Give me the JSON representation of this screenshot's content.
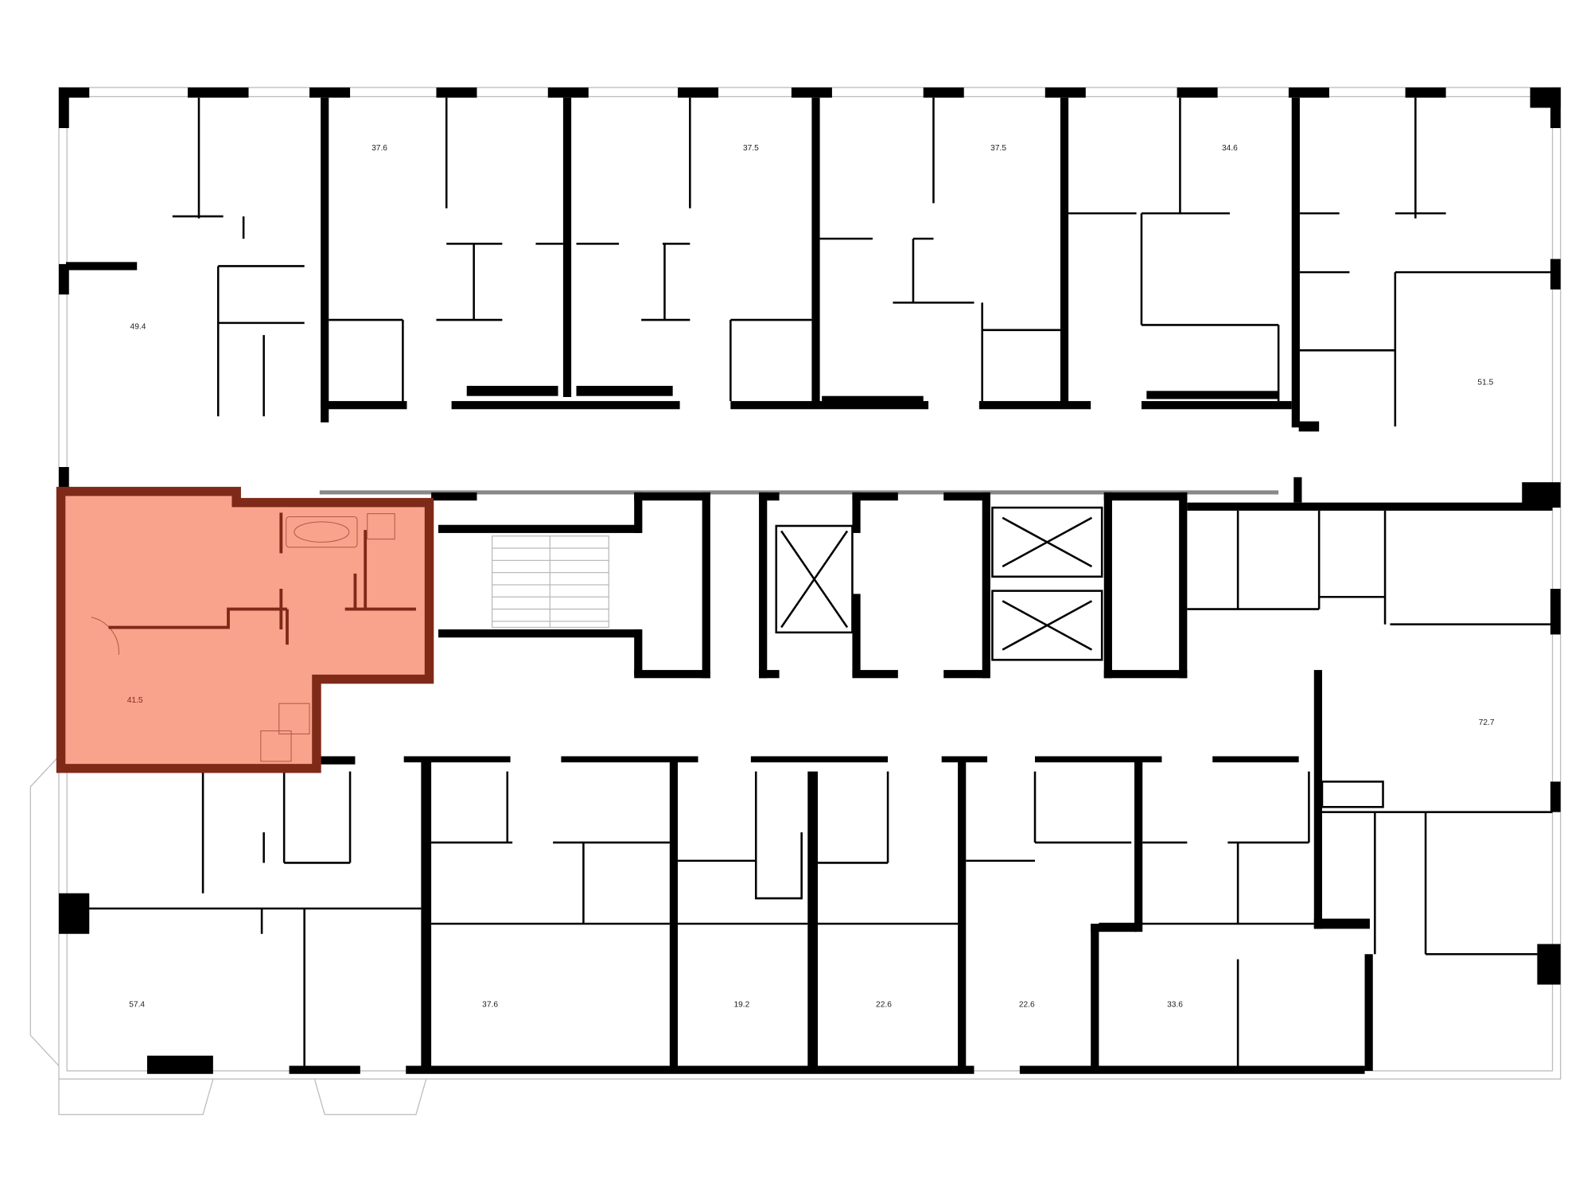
{
  "plan": {
    "highlight_color": "#f9a38d",
    "highlight_border_color": "#7f2a18",
    "wall_color": "#000000",
    "apartments": [
      {
        "id": "top-1",
        "area": "37.6"
      },
      {
        "id": "top-2",
        "area": "37.5"
      },
      {
        "id": "top-3",
        "area": "37.5"
      },
      {
        "id": "top-4",
        "area": "34.6"
      },
      {
        "id": "left-top",
        "area": "49.4"
      },
      {
        "id": "right-top",
        "area": "51.5"
      },
      {
        "id": "selected",
        "area": "41.5",
        "selected": true
      },
      {
        "id": "right-mid",
        "area": "72.7"
      },
      {
        "id": "left-bottom",
        "area": "57.4"
      },
      {
        "id": "bottom-1",
        "area": "37.6"
      },
      {
        "id": "bottom-2",
        "area": "19.2"
      },
      {
        "id": "bottom-3",
        "area": "22.6"
      },
      {
        "id": "bottom-4",
        "area": "22.6"
      },
      {
        "id": "bottom-5",
        "area": "33.6"
      }
    ]
  }
}
